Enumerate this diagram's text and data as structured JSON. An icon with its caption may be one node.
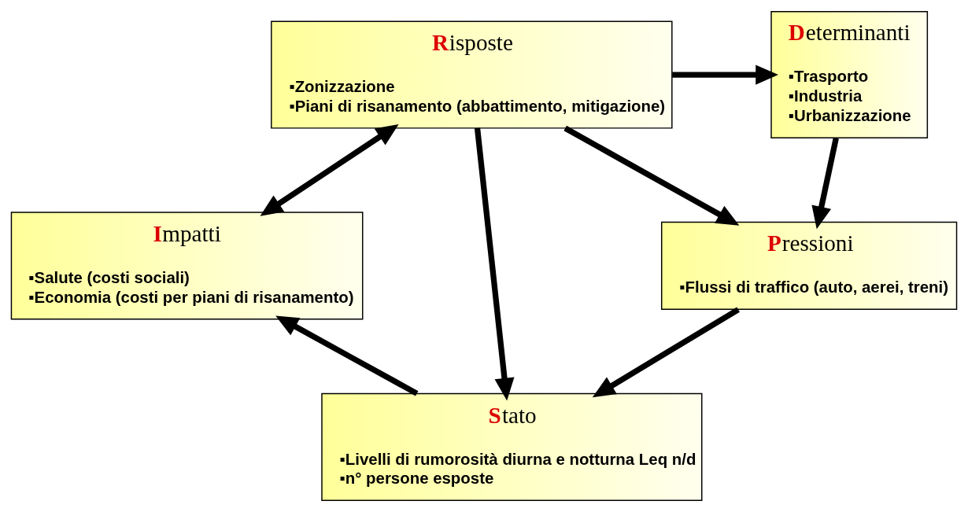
{
  "diagram": {
    "nodes": [
      {
        "text": [
          "Determinanti",
          "▪Trasporto",
          "▪Industria",
          "▪Urbanizzazione"
        ]
      },
      {
        "text": [
          "Risposte",
          "▪Zonizzazione",
          "▪Piani di risanamento (abbattimento, mitigazione)"
        ]
      },
      {
        "text": [
          "Pressioni",
          "▪Flussi di traffico (auto, aerei, treni)"
        ]
      },
      {
        "text": [
          "Impatti",
          "▪Salute (costi sociali)",
          "▪Economia (costi per piani di risanamento)"
        ]
      },
      {
        "text": [
          "Stato",
          "▪Livelli di rumorosità diurna e notturna Leq n/d",
          "▪n° persone esposte"
        ]
      }
    ],
    "edges": [
      {
        "from": 1,
        "to": 0,
        "arrow": "to"
      },
      {
        "from": 0,
        "to": 2,
        "arrow": "to"
      },
      {
        "from": 1,
        "to": 2,
        "arrow": "to"
      },
      {
        "from": 1,
        "to": 4,
        "arrow": "to"
      },
      {
        "from": 1,
        "to": 3,
        "arrow": "both"
      },
      {
        "from": 2,
        "to": 4,
        "arrow": "to"
      },
      {
        "from": 4,
        "to": 3,
        "arrow": "to"
      }
    ]
  }
}
